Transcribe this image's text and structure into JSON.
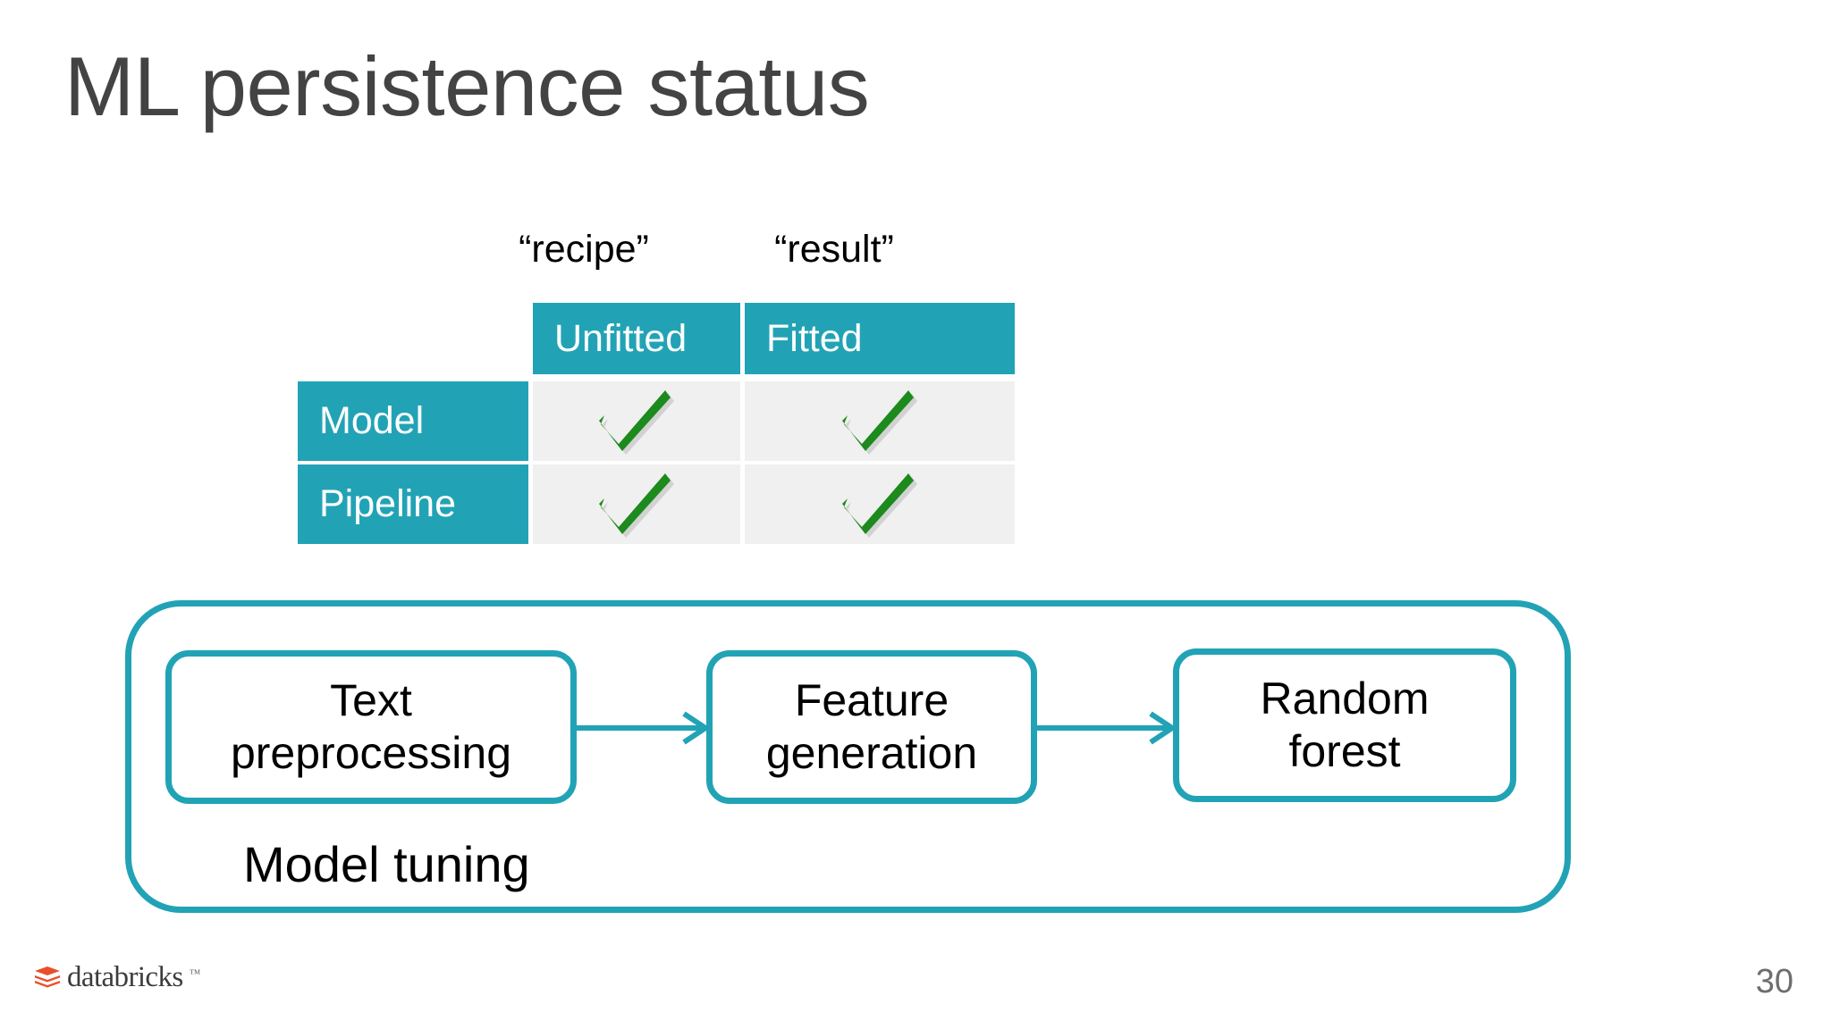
{
  "slide": {
    "title": "ML persistence status",
    "page_number": "30",
    "accent_color": "#22A3B5",
    "title_color": "#434343",
    "cell_bg_color": "#F0F0F0",
    "check_color": "#1C8A1C"
  },
  "table": {
    "column_captions": [
      "“recipe”",
      "“result”"
    ],
    "column_headers": [
      "Unfitted",
      "Fitted"
    ],
    "rows": [
      {
        "label": "Model",
        "cells": [
          "check",
          "check"
        ]
      },
      {
        "label": "Pipeline",
        "cells": [
          "check",
          "check"
        ]
      }
    ]
  },
  "pipeline": {
    "container_label": "Model tuning",
    "stages": [
      {
        "label": "Text preprocessing"
      },
      {
        "label": "Feature\ngeneration"
      },
      {
        "label": "Random\nforest"
      }
    ],
    "arrows": [
      "arrow-right-icon",
      "arrow-right-icon"
    ]
  },
  "footer": {
    "logo_word": "databricks",
    "logo_tm": "™",
    "logo_icon": "databricks-stack-icon"
  }
}
